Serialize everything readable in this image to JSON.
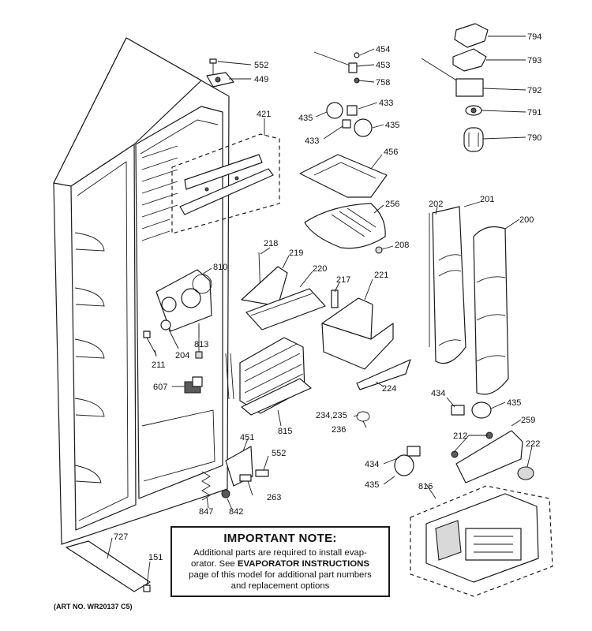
{
  "callouts": [
    {
      "id": "c552a",
      "text": "552"
    },
    {
      "id": "c449",
      "text": "449"
    },
    {
      "id": "c421",
      "text": "421"
    },
    {
      "id": "c454",
      "text": "454"
    },
    {
      "id": "c453",
      "text": "453"
    },
    {
      "id": "c758",
      "text": "758"
    },
    {
      "id": "c435a",
      "text": "435"
    },
    {
      "id": "c433a",
      "text": "433"
    },
    {
      "id": "c433b",
      "text": "433"
    },
    {
      "id": "c435b",
      "text": "435"
    },
    {
      "id": "c456",
      "text": "456"
    },
    {
      "id": "c256",
      "text": "256"
    },
    {
      "id": "c208",
      "text": "208"
    },
    {
      "id": "c794",
      "text": "794"
    },
    {
      "id": "c793",
      "text": "793"
    },
    {
      "id": "c792",
      "text": "792"
    },
    {
      "id": "c791",
      "text": "791"
    },
    {
      "id": "c790",
      "text": "790"
    },
    {
      "id": "c202",
      "text": "202"
    },
    {
      "id": "c201",
      "text": "201"
    },
    {
      "id": "c200",
      "text": "200"
    },
    {
      "id": "c218",
      "text": "218"
    },
    {
      "id": "c219",
      "text": "219"
    },
    {
      "id": "c220",
      "text": "220"
    },
    {
      "id": "c217",
      "text": "217"
    },
    {
      "id": "c221",
      "text": "221"
    },
    {
      "id": "c810",
      "text": "810"
    },
    {
      "id": "c211",
      "text": "211"
    },
    {
      "id": "c204",
      "text": "204"
    },
    {
      "id": "c813",
      "text": "813"
    },
    {
      "id": "c607",
      "text": "607"
    },
    {
      "id": "c815",
      "text": "815"
    },
    {
      "id": "c224",
      "text": "224"
    },
    {
      "id": "c234",
      "text": "234,235"
    },
    {
      "id": "c236",
      "text": "236"
    },
    {
      "id": "c434a",
      "text": "434"
    },
    {
      "id": "c435c",
      "text": "435"
    },
    {
      "id": "c259",
      "text": "259"
    },
    {
      "id": "c212",
      "text": "212"
    },
    {
      "id": "c222",
      "text": "222"
    },
    {
      "id": "c434b",
      "text": "434"
    },
    {
      "id": "c435d",
      "text": "435"
    },
    {
      "id": "c816",
      "text": "816"
    },
    {
      "id": "c451",
      "text": "451"
    },
    {
      "id": "c552b",
      "text": "552"
    },
    {
      "id": "c847",
      "text": "847"
    },
    {
      "id": "c842",
      "text": "842"
    },
    {
      "id": "c263",
      "text": "263"
    },
    {
      "id": "c727",
      "text": "727"
    },
    {
      "id": "c151",
      "text": "151"
    }
  ],
  "note": {
    "title": "IMPORTANT NOTE:",
    "line1": "Additional parts are required to install evap-",
    "line2_pre": "orator.  See ",
    "line2_bold": "EVAPORATOR INSTRUCTIONS",
    "line3": "page of this model for additional part numbers",
    "line4": "and replacement options"
  },
  "art_number": "(ART NO. WR20137 C5)"
}
